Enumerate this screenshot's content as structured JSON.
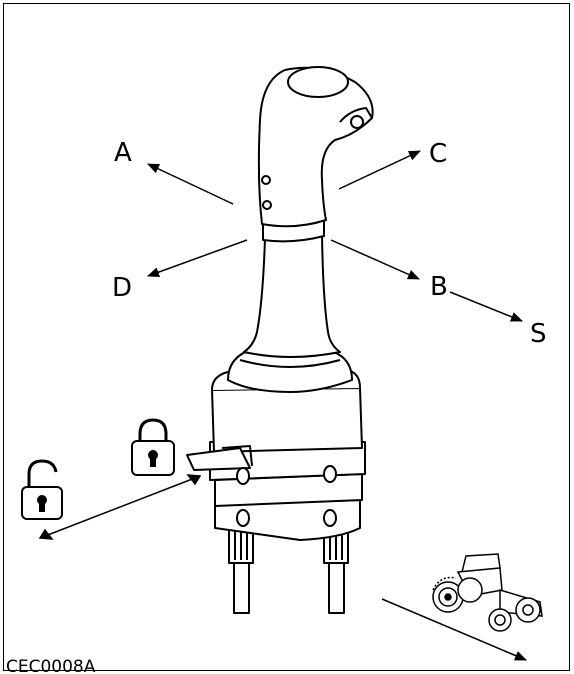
{
  "figure": {
    "code": "CEC0008A",
    "direction_labels": {
      "a": "A",
      "b": "B",
      "c": "C",
      "d": "D",
      "s": "S"
    }
  },
  "icons": {
    "unlock": "padlock-open-icon",
    "lock": "padlock-closed-icon",
    "tractor": "tractor-icon"
  },
  "colors": {
    "line": "#000000",
    "background": "#ffffff"
  }
}
